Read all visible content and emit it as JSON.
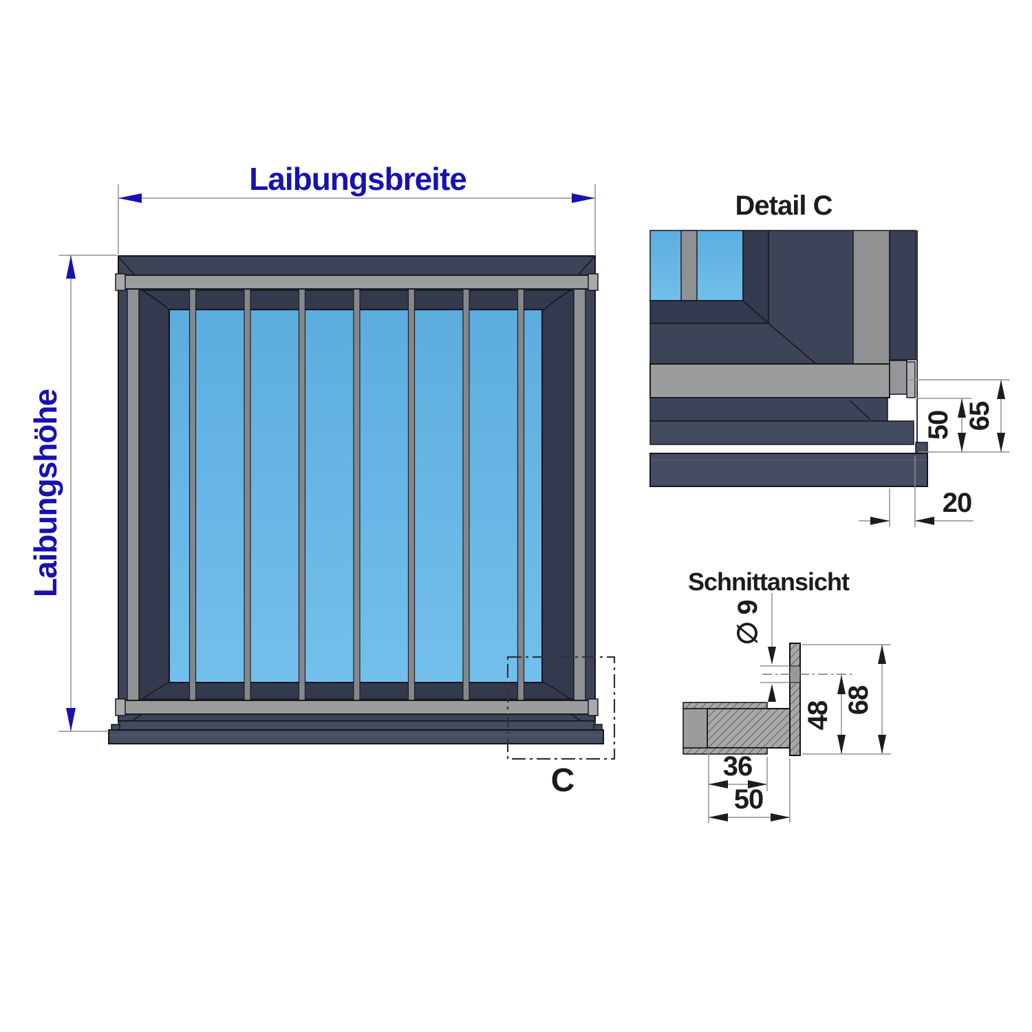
{
  "main_view": {
    "width_label": "Laibungsbreite",
    "height_label": "Laibungshöhe",
    "detail_marker": "C",
    "bar_count": 7
  },
  "detail_view": {
    "title": "Detail C",
    "dim_50": "50",
    "dim_65": "65",
    "dim_20": "20"
  },
  "section_view": {
    "title": "Schnittansicht",
    "dim_diameter": "∅ 9",
    "dim_48": "48",
    "dim_68": "68",
    "dim_36": "36",
    "dim_50": "50"
  },
  "colors": {
    "dim_blue": "#1911b0",
    "dim_black": "#1c1c1c",
    "dim_line_gray": "#8f8f8f",
    "frame_dark": "#3e4457",
    "frame_inner": "#343a4d",
    "sill_mid": "#454b5e",
    "sill_light": "#474d61",
    "rail_gray": "#9b9c9c",
    "member_gray": "#8f9193",
    "bar_gray": "#84878c",
    "cap_gray": "#a9aaac",
    "plate_gray": "#b0b1b4",
    "glass_top": "#5cadde",
    "glass_bottom": "#73bfec",
    "hatch_fill": "#a8a8a8",
    "outline": "#14161d"
  }
}
